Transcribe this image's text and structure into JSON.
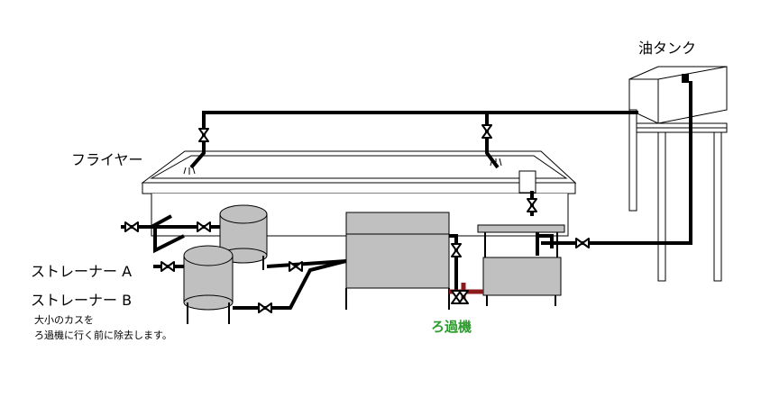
{
  "labels": {
    "oil_tank": "油タンク",
    "fryer": "フライヤー",
    "strainer_a": "ストレーナー A",
    "strainer_b": "ストレーナー B",
    "note_line1": "大小のカスを",
    "note_line2": "ろ過機に行く前に除去します。",
    "filter": "ろ過機"
  },
  "colors": {
    "pipe": "#000000",
    "equipment_fill": "#c0c0c0",
    "fryer_fill": "#ffffff",
    "filter_pipe": "#8b1a1a",
    "filter_label": "#2e9b2e"
  }
}
